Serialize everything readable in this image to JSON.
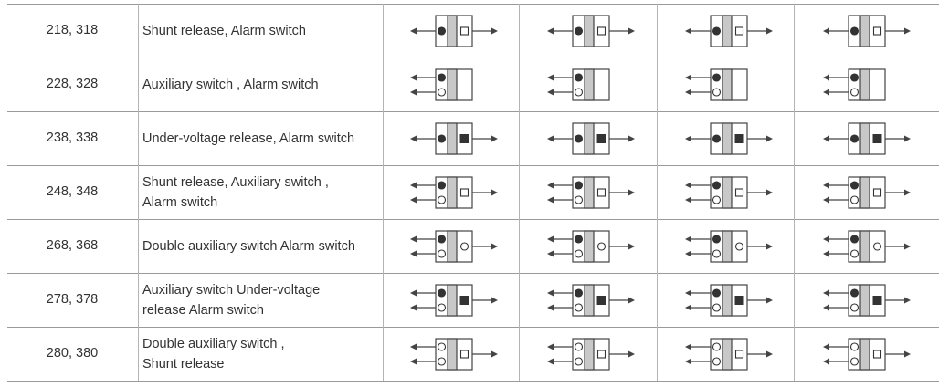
{
  "table": {
    "rows": [
      {
        "codes": "218, 318",
        "desc": [
          "Shunt release,  Alarm switch"
        ],
        "accessory": "shunt-alarm"
      },
      {
        "codes": "228, 328",
        "desc": [
          "Auxiliary switch , Alarm switch"
        ],
        "accessory": "auxiliary-alarm"
      },
      {
        "codes": "238, 338",
        "desc": [
          "Under-voltage release, Alarm switch"
        ],
        "accessory": "undervoltage-alarm"
      },
      {
        "codes": "248, 348",
        "desc": [
          "Shunt release, Auxiliary switch ,",
          "Alarm switch"
        ],
        "accessory": "shunt-auxiliary-alarm"
      },
      {
        "codes": "268, 368",
        "desc": [
          "Double auxiliary switch Alarm switch"
        ],
        "accessory": "double-auxiliary-alarm"
      },
      {
        "codes": "278, 378",
        "desc": [
          "Auxiliary switch Under-voltage",
          "release Alarm switch"
        ],
        "accessory": "auxiliary-undervoltage-alarm"
      },
      {
        "codes": "280, 380",
        "desc": [
          "Double auxiliary switch ,",
          "Shunt release"
        ],
        "accessory": "double-auxiliary-shunt"
      }
    ]
  },
  "colors": {
    "text": "#333333",
    "line": "#9a9a9a",
    "diagram_stroke": "#444444",
    "center_fill": "#c8c8c8"
  }
}
